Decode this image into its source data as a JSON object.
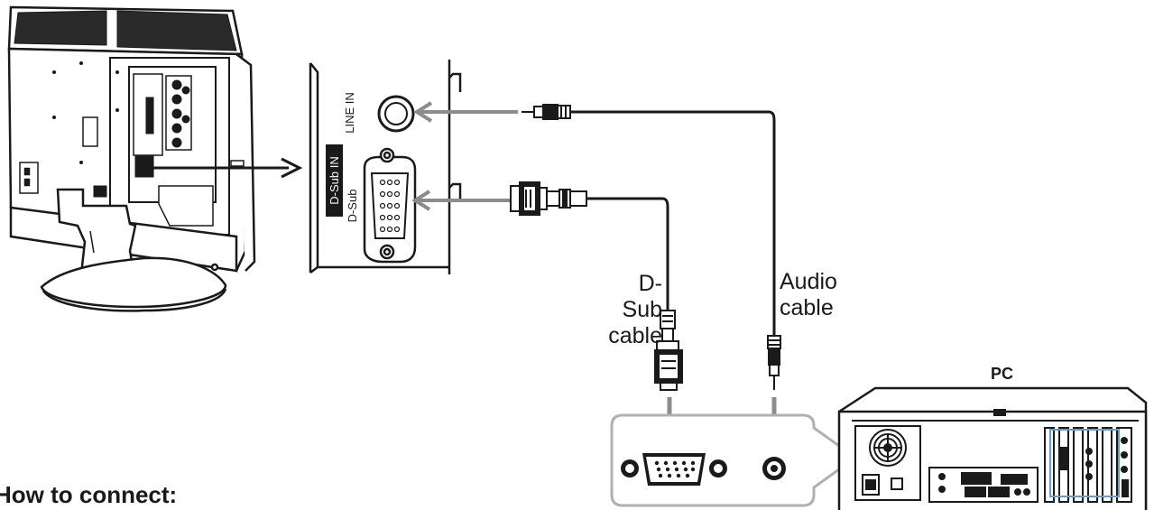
{
  "labels": {
    "line_in": "LINE IN",
    "d_sub_in": "D-Sub IN",
    "d_sub": "D-Sub",
    "d_sub_cable_line1": "D-Sub",
    "d_sub_cable_line2": "cable",
    "audio_cable_line1": "Audio",
    "audio_cable_line2": "cable",
    "pc": "PC",
    "heading": "How to connect:"
  },
  "colors": {
    "line": "#1a1a1a",
    "gray_arrow": "#8c8c8c",
    "highlight": "#6a9cc8",
    "panel_gray": "#b0b0b0"
  }
}
